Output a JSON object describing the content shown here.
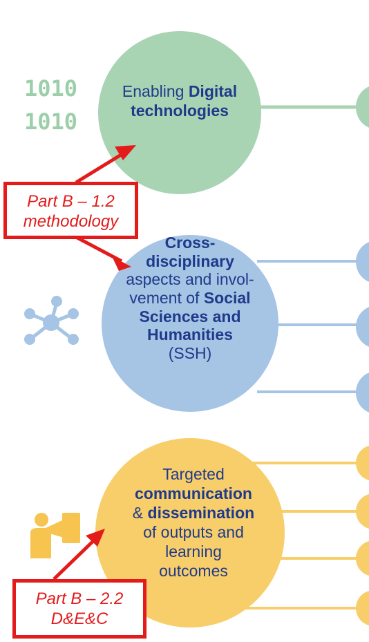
{
  "colors": {
    "green": "#a9d4b4",
    "blue": "#a6c4e4",
    "yellow": "#f7ce6a",
    "dark_text": "#1f3a8a",
    "red": "#e31b1b",
    "icon_green": "#9ccfa9",
    "icon_blue": "#a6c4e4",
    "icon_yellow": "#f6c44f"
  },
  "icons": {
    "digital": "binary-1010-icon",
    "network": "network-hub-icon",
    "megaphone": "person-megaphone-icon"
  },
  "binary_icon_text": [
    "1010",
    "1010"
  ],
  "circles": {
    "digital": {
      "pre": "Enabling ",
      "bold1": "Digital",
      "bold2": "technologies"
    },
    "ssh": {
      "line1": "Cross-",
      "line2": "disciplinary",
      "line3": "aspects and invol-",
      "line4_pre": "vement of ",
      "line4_bold": "Social",
      "line5": "Sciences and",
      "line6": "Humanities",
      "line7": "(SSH)"
    },
    "communication": {
      "line1": "Targeted",
      "line2": "communication",
      "line3_pre": "& ",
      "line3_bold": "dissemination",
      "line4": "of outputs and",
      "line5": "learning",
      "line6": "outcomes"
    }
  },
  "callouts": {
    "methodology": {
      "line1": "Part B – 1.2",
      "line2": "methodology"
    },
    "dissemination": {
      "line1": "Part B – 2.2",
      "line2": "D&E&C"
    }
  }
}
